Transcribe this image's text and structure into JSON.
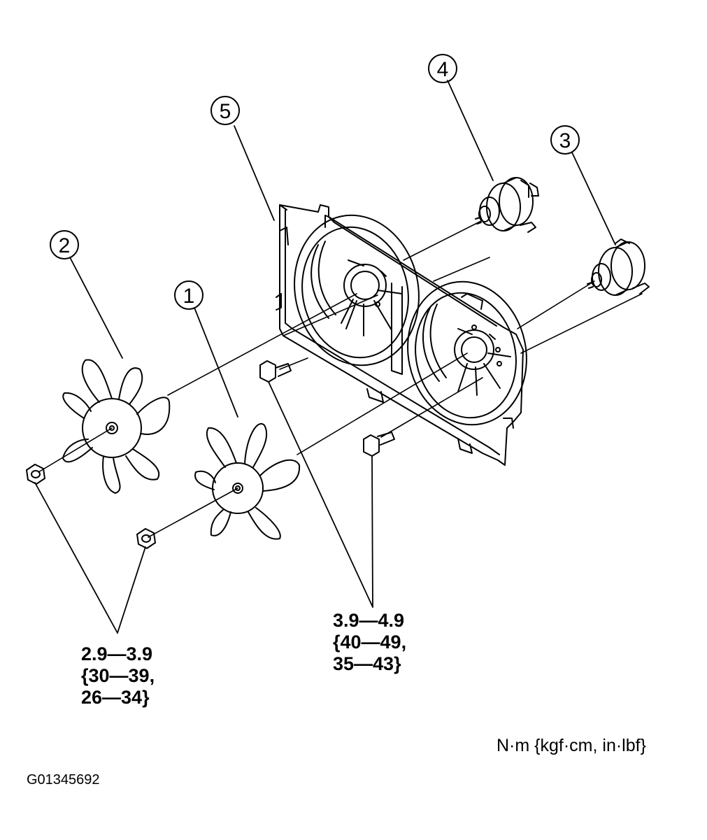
{
  "callouts": [
    "1",
    "2",
    "3",
    "4",
    "5"
  ],
  "torque_fan_nut": [
    "2.9—3.9",
    "{30—39,",
    "26—34}"
  ],
  "torque_motor_bolt": [
    "3.9—4.9",
    "{40—49,",
    "35—43}"
  ],
  "units": "N·m {kgf·cm, in·lbf}",
  "figure_id": "G01345692"
}
